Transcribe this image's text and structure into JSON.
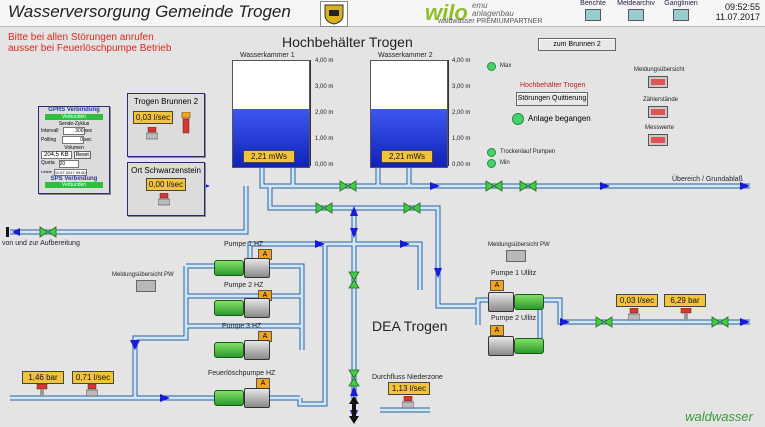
{
  "header": {
    "title": "Wasserversorgung Gemeinde Trogen",
    "brand": "wilo",
    "brand_sub": [
      "emu",
      "anlagenbau"
    ],
    "brand_sub2": "waldwasser PREMIUMPARTNER",
    "nav": [
      {
        "label": "Berichte",
        "icon": "report-icon"
      },
      {
        "label": "Meldearchiv",
        "icon": "archive-icon"
      },
      {
        "label": "Ganglinien",
        "icon": "trend-icon"
      }
    ],
    "time": "09:52:55",
    "date": "11.07.2017"
  },
  "alarm_lines": [
    "Bitte bei allen Störungen anrufen",
    "ausser bei Feuerlöschpumpe Betrieb"
  ],
  "hochbehaelter": {
    "title": "Hochbehälter Trogen",
    "nav_button": "zum Brunnen 2",
    "tanks": [
      {
        "name": "Wasserkammer 1",
        "value": "2,21 mWs",
        "level_fraction": 0.55
      },
      {
        "name": "Wasserkammer 2",
        "value": "2,21 mWs",
        "level_fraction": 0.55
      }
    ],
    "scale": [
      "4,00 m",
      "3,00 m",
      "2,00 m",
      "1,00 m",
      "0,00 m"
    ],
    "max_label": "Max",
    "min_label": "Min",
    "trocken_label": "Trockenlauf Pumpen",
    "panel_title": "Hochbehälter Trogen",
    "quit_button": "Störungen Quittierung",
    "begangen_label": "Anlage begangen",
    "side_buttons": [
      "Meldungsübersicht",
      "Zählerstände",
      "Messwerte"
    ]
  },
  "gprs": {
    "title": "GPRS Verbindung",
    "status": "Verbunden",
    "zyklus_label": "Sende-Zyklus",
    "interval_label": "Intervall",
    "interval_value": "300",
    "polling_label": "Polling",
    "polling_value": "0",
    "unit": "sec",
    "volumen_label": "Volumen",
    "volumen_value": "204,5 KB",
    "reset_label": "Reset",
    "quota_label": "Quota",
    "quota_value": "20",
    "last_label": "Letzte",
    "last_value": "11.07.2017 09:50",
    "sps_title": "SPS Verbindung",
    "sps_status": "Verbunden"
  },
  "brunnen2": {
    "title": "Trogen Brunnen 2",
    "value": "0,03 l/sec"
  },
  "schwarzenstein": {
    "title": "Ort Schwarzenstein",
    "value": "0,00 l/sec"
  },
  "labels": {
    "aufbereitung": "von und zur Aufbereitung",
    "uebereich": "Übereich / Grundablaß",
    "dea": "DEA Trogen",
    "meld_pw_left": "Meldungsübersicht PW",
    "meld_pw_right": "Meldungsübersicht PW",
    "durchfluss": "Durchfluss Niederzone"
  },
  "pumps_hz": [
    {
      "name": "Pumpe 1 HZ",
      "badge": "A"
    },
    {
      "name": "Pumpe 2 HZ",
      "badge": "A"
    },
    {
      "name": "Pumpe 3 HZ",
      "badge": "A"
    },
    {
      "name": "Feuerlöschpumpe HZ",
      "badge": "A"
    }
  ],
  "pumps_ulitz": [
    {
      "name": "Pumpe 1 Ullitz",
      "badge": "A"
    },
    {
      "name": "Pumpe 2 Ullitz",
      "badge": "A"
    }
  ],
  "readings": {
    "left_bar": "1,46 bar",
    "left_flow": "0,71 l/sec",
    "niederzone": "1,13 l/sec",
    "right_flow": "0,03 l/sec",
    "right_bar": "6,29 bar"
  },
  "footer": "waldwasser",
  "colors": {
    "accent_green": "#8fbe2a",
    "alarm": "#e0261a",
    "water": "#1a30d0",
    "value_bg": "#f2c43c"
  }
}
